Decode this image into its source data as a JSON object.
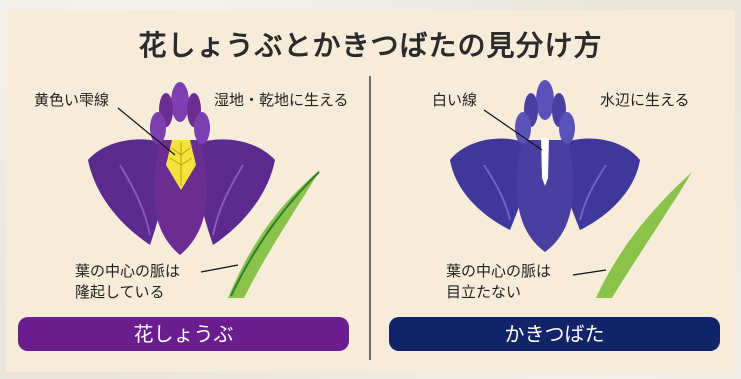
{
  "title": "花しょうぶとかきつばたの見分け方",
  "left": {
    "name": "花しょうぶ",
    "flower_label": "黄色い雫線",
    "habitat": "湿地・乾地に生える",
    "leaf_label_1": "葉の中心の脈は",
    "leaf_label_2": "隆起している",
    "colors": {
      "banner": "#6a1d8f",
      "petal": "#6b2d92",
      "accent": "#f4e33c"
    }
  },
  "right": {
    "name": "かきつばた",
    "flower_label": "白い線",
    "habitat": "水辺に生える",
    "leaf_label_1": "葉の中心の脈は",
    "leaf_label_2": "目立たない",
    "colors": {
      "banner": "#102467",
      "petal": "#4a3fa0",
      "accent": "#ffffff"
    }
  }
}
